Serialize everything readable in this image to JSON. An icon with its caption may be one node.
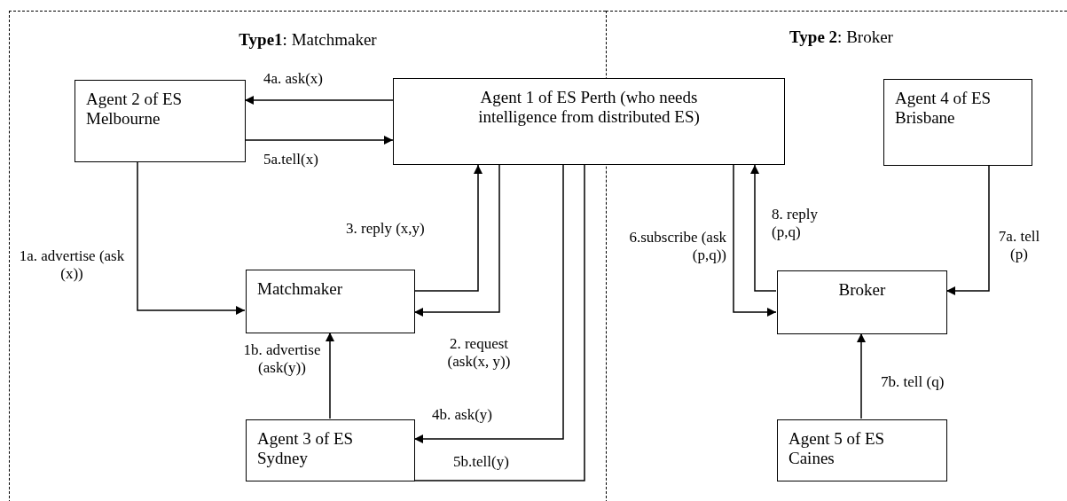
{
  "diagram": {
    "nodes": [
      {
        "text": [
          "**Type1**: Matchmaker"
        ]
      },
      {
        "text": [
          "**Type 2**: Broker"
        ]
      },
      {
        "text": [
          "Agent 2 of ES Melbourne"
        ],
        "in": 0
      },
      {
        "text": [
          "Agent 1 of ES Perth (who needs intelligence from distributed ES)"
        ]
      },
      {
        "text": [
          "Agent 4 of ES Brisbane"
        ],
        "in": 1
      },
      {
        "text": [
          "Matchmaker"
        ],
        "in": 0
      },
      {
        "text": [
          "Broker"
        ],
        "in": 1
      },
      {
        "text": [
          "Agent 3 of ES Sydney"
        ],
        "in": 0
      },
      {
        "text": [
          "Agent 5 of ES Caines"
        ],
        "in": 1
      }
    ],
    "edges": [
      {
        "from": 3,
        "to": 2,
        "arrow": "to",
        "label": "4a. ask(x)"
      },
      {
        "from": 2,
        "to": 3,
        "arrow": "to",
        "label": "5a.tell(x)"
      },
      {
        "from": 2,
        "to": 5,
        "arrow": "to",
        "label": "1a. advertise (ask (x))"
      },
      {
        "from": 5,
        "to": 3,
        "arrow": "to",
        "label": "3. reply (x,y)"
      },
      {
        "from": 3,
        "to": 5,
        "arrow": "to",
        "label": "2. request (ask(x, y))"
      },
      {
        "from": 7,
        "to": 5,
        "arrow": "to",
        "label": "1b. advertise (ask(y))"
      },
      {
        "from": 3,
        "to": 7,
        "arrow": "to",
        "label": "4b. ask(y)"
      },
      {
        "from": 7,
        "to": 3,
        "arrow": "none",
        "label": "5b.tell(y)"
      },
      {
        "from": 3,
        "to": 6,
        "arrow": "to",
        "label": "6.subscribe (ask (p,q))"
      },
      {
        "from": 6,
        "to": 3,
        "arrow": "to",
        "label": "8. reply (p,q)"
      },
      {
        "from": 4,
        "to": 6,
        "arrow": "to",
        "label": "7a. tell (p)"
      },
      {
        "from": 8,
        "to": 6,
        "arrow": "to",
        "label": "7b. tell (q)"
      }
    ]
  }
}
